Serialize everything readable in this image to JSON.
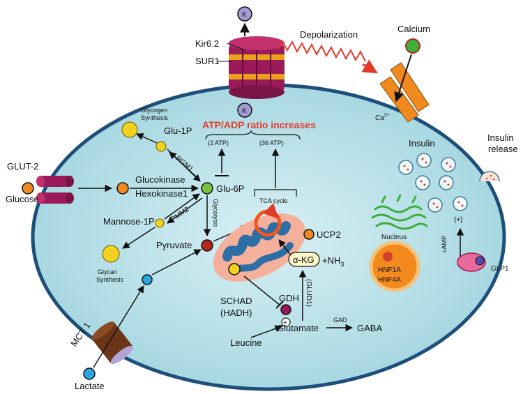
{
  "labels": {
    "kir": "Kir6.2",
    "sur": "SUR1",
    "k_top": "K",
    "k_bottom": "K",
    "depolarization": "Depolarization",
    "calcium": "Calcium",
    "ca": "Ca",
    "ca_sup": "2+",
    "atp_adp": "ATP/ADP ratio increases",
    "atp2": "(2 ATP)",
    "atp36": "(36 ATP)",
    "glycogen1": "Glycogen",
    "glycogen2": "Synthesis",
    "glu1p": "Glu-1P",
    "pgm1": "PGM1",
    "glut2": "GLUT-2",
    "glucose": "Glucose",
    "glucokinase": "Glucokinase",
    "hexokinase": "Hexokinase1",
    "glu6p": "Glu-6P",
    "tca": "TCA cycle",
    "mannose": "Mannose-1P",
    "pmm2": "PMM2",
    "glycolysis": "Glycolysis",
    "pyruvate": "Pyruvate",
    "ucp2": "UCP2",
    "glycan1": "Glycan",
    "glycan2": "Synthesis",
    "akg": "α-KG",
    "nh3": "+NH",
    "nh3_sub": "3",
    "gdh": "GDH",
    "glud1": "(GLUD1)",
    "schad1": "SCHAD",
    "schad2": "(HADH)",
    "plus": "+",
    "glutamate": "Glutamate",
    "gad": "GAD",
    "gaba": "GABA",
    "leucine": "Leucine",
    "mct1": "MCT 1",
    "lactate": "Lactate",
    "insulin": "Insulin",
    "insulin_release1": "Insulin",
    "insulin_release2": "release",
    "plus_paren": "(+)",
    "camp": "cAMP",
    "glp1": "GLP1",
    "nucleus": "Nucleus",
    "hnf1a": "HNF1A",
    "hnf4a": "HNF4A"
  },
  "colors": {
    "cell_fill": "#bfe3ea",
    "membrane": "#1d4f7a",
    "channel": "#9b1b5a",
    "channel_band": "#e8a11b",
    "glucose_node": "#f08a1e",
    "yellow_node": "#f2d21f",
    "green_node": "#7ac143",
    "pyruvate_node": "#b3261e",
    "blue_node": "#2aa6e0",
    "mito_outer": "#f4b09a",
    "mito_inner": "#2b6fa6",
    "red_text": "#e23a2a"
  }
}
